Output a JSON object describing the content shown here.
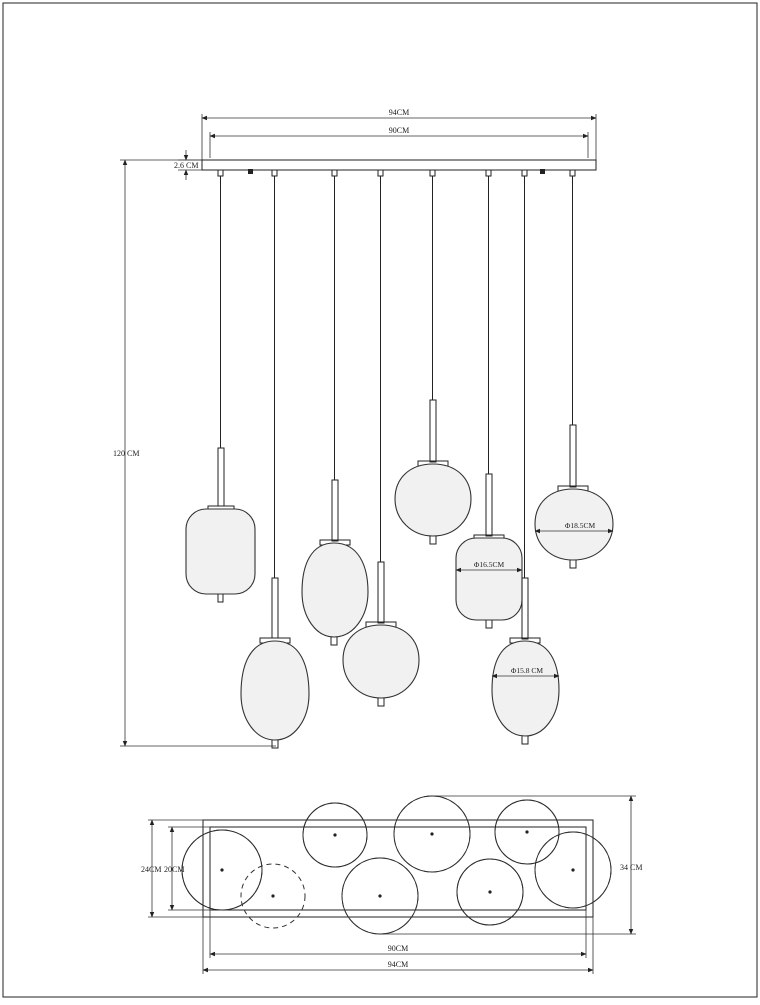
{
  "front_view": {
    "overall_width_label": "94CM",
    "inner_width_label": "90CM",
    "canopy_height_label": "2.6 CM",
    "drop_height_label": "120 CM",
    "diameter_labels": [
      "Φ18.5CM",
      "Φ16.5CM",
      "Φ15.8 CM"
    ]
  },
  "top_view": {
    "overall_length_label": "94CM",
    "inner_length_label": "90CM",
    "outer_depth_label": "24CM",
    "inner_depth_label": "20CM",
    "shade_span_label": "34 CM"
  },
  "colors": {
    "line": "#222222",
    "shade_fill": "#f1f1f1"
  }
}
